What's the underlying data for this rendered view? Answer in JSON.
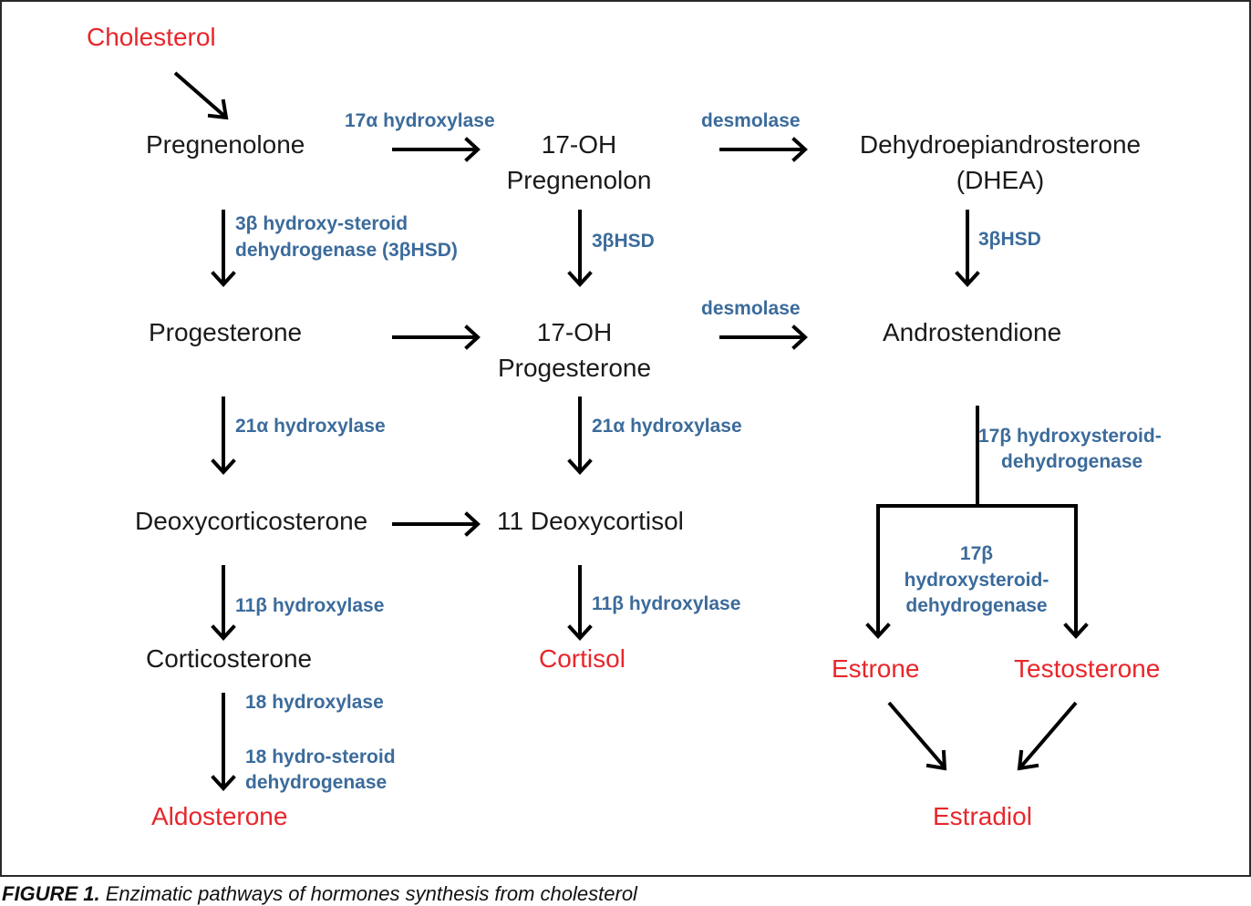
{
  "nodes": {
    "cholesterol": "Cholesterol",
    "pregnenolone": "Pregnenolone",
    "oh17_preg_1": "17-OH",
    "oh17_preg_2": "Pregnenolon",
    "dhea_1": "Dehydroepiandrosterone",
    "dhea_2": "(DHEA)",
    "progesterone": "Progesterone",
    "oh17_prog_1": "17-OH",
    "oh17_prog_2": "Progesterone",
    "androstendione": "Androstendione",
    "deoxycorticosterone": "Deoxycorticosterone",
    "deoxycortisol": "11 Deoxycortisol",
    "corticosterone": "Corticosterone",
    "cortisol": "Cortisol",
    "estrone": "Estrone",
    "testosterone": "Testosterone",
    "aldosterone": "Aldosterone",
    "estradiol": "Estradiol"
  },
  "enzymes": {
    "hydroxylase17a": "17α hydroxylase",
    "desmolase_top": "desmolase",
    "hsd3b_full_1": "3β hydroxy-steroid",
    "hsd3b_full_2": "dehydrogenase (3βHSD)",
    "hsd3b_mid": "3βHSD",
    "hsd3b_right": "3βHSD",
    "desmolase_mid": "desmolase",
    "hydroxylase21a_left": "21α hydroxylase",
    "hydroxylase21a_mid": "21α hydroxylase",
    "hsd17b_top_1": "17β hydroxysteroid-",
    "hsd17b_top_2": "dehydrogenase",
    "hsd17b_inner_1": "17β",
    "hsd17b_inner_2": "hydroxysteroid-",
    "hsd17b_inner_3": "dehydrogenase",
    "hydroxylase11b_left": "11β hydroxylase",
    "hydroxylase11b_mid": "11β hydroxylase",
    "hydroxylase18": "18 hydroxylase",
    "dehydrogenase18_1": "18 hydro-steroid",
    "dehydrogenase18_2": "dehydrogenase"
  },
  "caption": {
    "figure_label": "FIGURE 1.",
    "text": " Enzimatic pathways of hormones synthesis from cholesterol"
  },
  "colors": {
    "final_product": "#e8262b",
    "enzyme": "#3b6b9b",
    "intermediate": "#1a1a1a"
  }
}
